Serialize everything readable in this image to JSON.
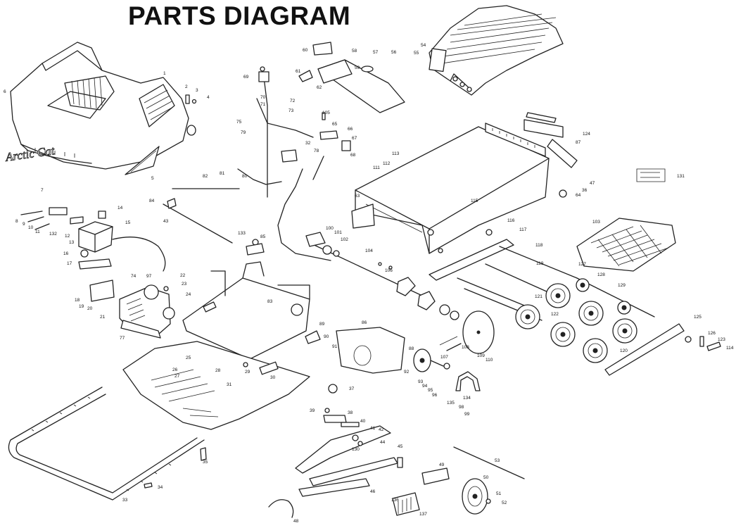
{
  "title": "PARTS DIAGRAM",
  "brand_text": "Arctic Cat",
  "part_numbers": [
    "1",
    "2",
    "3",
    "4",
    "5",
    "6",
    "7",
    "8",
    "9",
    "10",
    "11",
    "12",
    "13",
    "14",
    "15",
    "16",
    "17",
    "18",
    "19",
    "20",
    "21",
    "22",
    "23",
    "24",
    "25",
    "26",
    "27",
    "28",
    "29",
    "30",
    "31",
    "32",
    "33",
    "34",
    "35",
    "36",
    "37",
    "38",
    "39",
    "40",
    "41",
    "42",
    "43",
    "44",
    "45",
    "46",
    "47",
    "48",
    "49",
    "50",
    "51",
    "52",
    "53",
    "54",
    "55",
    "56",
    "57",
    "58",
    "59",
    "60",
    "61",
    "62",
    "63",
    "64",
    "65",
    "66",
    "67",
    "68",
    "69",
    "70",
    "71",
    "72",
    "73",
    "74",
    "75",
    "77",
    "78",
    "79",
    "80",
    "81",
    "82",
    "83",
    "84",
    "85",
    "86",
    "87",
    "88",
    "89",
    "90",
    "91",
    "92",
    "93",
    "94",
    "95",
    "96",
    "97",
    "98",
    "99",
    "100",
    "101",
    "102",
    "103",
    "104",
    "105",
    "106",
    "107",
    "108",
    "109",
    "110",
    "111",
    "112",
    "113",
    "114",
    "115",
    "116",
    "117",
    "118",
    "119",
    "120",
    "121",
    "122",
    "123",
    "124",
    "125",
    "126",
    "127",
    "128",
    "129",
    "130",
    "131",
    "132",
    "133",
    "134",
    "135",
    "136",
    "137"
  ],
  "colors": {
    "ink": "#222222",
    "paper": "#ffffff"
  }
}
